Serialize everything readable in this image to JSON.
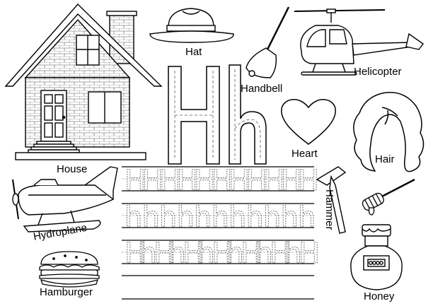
{
  "worksheet": {
    "big_letters": {
      "upper": "H",
      "lower": "h"
    },
    "trace_letters": {
      "upper": "H",
      "lower": "h"
    },
    "labels": {
      "hat": "Hat",
      "handbell": "Handbell",
      "helicopter": "Helicopter",
      "house": "House",
      "heart": "Heart",
      "hair": "Hair",
      "hydroplane": "Hydroplane",
      "hammer": "Hammer",
      "hamburger": "Hamburger",
      "honey": "Honey"
    }
  },
  "colors": {
    "ink": "#000000",
    "paper": "#ffffff",
    "brick_line": "#555555",
    "dash": "#555555"
  }
}
